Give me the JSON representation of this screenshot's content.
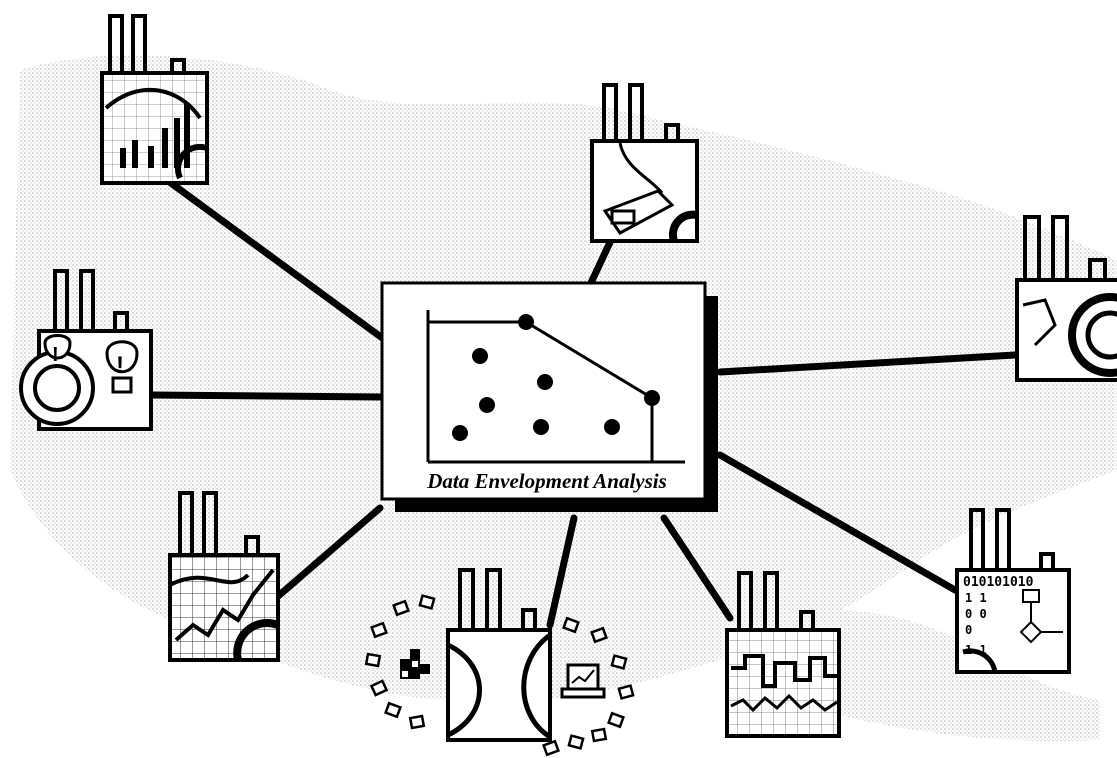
{
  "caption": "Data Envelopment Analysis",
  "colors": {
    "ink": "#000000",
    "paper": "#ffffff",
    "map": "#d9d9d9"
  },
  "units": [
    {
      "id": "unit-top-left",
      "icon": "factory-bar-chart-gear-icon"
    },
    {
      "id": "unit-top-center",
      "icon": "factory-machine-gear-icon"
    },
    {
      "id": "unit-right",
      "icon": "factory-gears-icon"
    },
    {
      "id": "unit-left",
      "icon": "factory-lightbulbs-gear-icon"
    },
    {
      "id": "unit-bottom-left",
      "icon": "factory-line-graph-gear-icon"
    },
    {
      "id": "unit-bottom-center",
      "icon": "factory-network-computer-icon"
    },
    {
      "id": "unit-bottom-right",
      "icon": "factory-waveform-icon"
    },
    {
      "id": "unit-right-lower",
      "icon": "factory-binary-flowchart-icon",
      "bits": [
        "010101010",
        "1 1",
        "0 0",
        "0",
        "1 1"
      ]
    }
  ]
}
